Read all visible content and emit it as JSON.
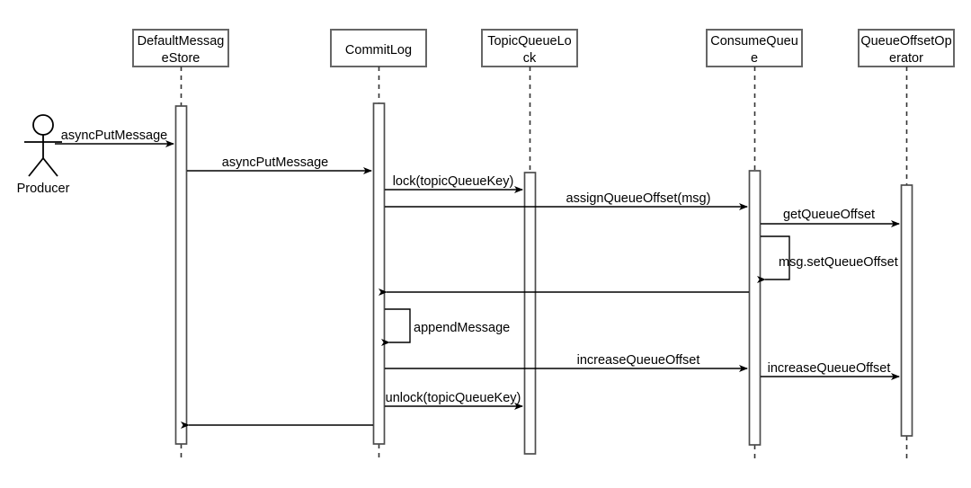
{
  "diagram": {
    "type": "uml-sequence-diagram",
    "background_color": "#ffffff",
    "line_color": "#000000",
    "box_stroke_color": "#666666",
    "activation_stroke_color": "#4d4d4d"
  },
  "actor": {
    "name": "Producer",
    "label": "Producer"
  },
  "participants": [
    {
      "id": "default-message-store",
      "line1": "DefaultMessag",
      "line2": "eStore",
      "full_name": "DefaultMessageStore"
    },
    {
      "id": "commit-log",
      "line1": "CommitLog",
      "line2": "",
      "full_name": "CommitLog"
    },
    {
      "id": "topic-queue-lock",
      "line1": "TopicQueueLo",
      "line2": "ck",
      "full_name": "TopicQueueLock"
    },
    {
      "id": "consume-queue",
      "line1": "ConsumeQueu",
      "line2": "e",
      "full_name": "ConsumeQueue"
    },
    {
      "id": "queue-offset-operator",
      "line1": "QueueOffsetOp",
      "line2": "erator",
      "full_name": "QueueOffsetOperator"
    }
  ],
  "messages": [
    {
      "id": "m1",
      "label": "asyncPutMessage",
      "from": "Producer",
      "to": "DefaultMessageStore",
      "kind": "call"
    },
    {
      "id": "m2",
      "label": "asyncPutMessage",
      "from": "DefaultMessageStore",
      "to": "CommitLog",
      "kind": "call"
    },
    {
      "id": "m3",
      "label": "lock(topicQueueKey)",
      "from": "CommitLog",
      "to": "TopicQueueLock",
      "kind": "call"
    },
    {
      "id": "m4",
      "label": "assignQueueOffset(msg)",
      "from": "CommitLog",
      "to": "ConsumeQueue",
      "kind": "call"
    },
    {
      "id": "m5",
      "label": "getQueueOffset",
      "from": "ConsumeQueue",
      "to": "QueueOffsetOperator",
      "kind": "call"
    },
    {
      "id": "m6",
      "label": "msg.setQueueOffset",
      "from": "ConsumeQueue",
      "to": "ConsumeQueue",
      "kind": "self"
    },
    {
      "id": "m7",
      "label": "",
      "from": "ConsumeQueue",
      "to": "CommitLog",
      "kind": "return"
    },
    {
      "id": "m8",
      "label": "appendMessage",
      "from": "CommitLog",
      "to": "CommitLog",
      "kind": "self"
    },
    {
      "id": "m9",
      "label": "increaseQueueOffset",
      "from": "CommitLog",
      "to": "ConsumeQueue",
      "kind": "call"
    },
    {
      "id": "m10",
      "label": "increaseQueueOffset",
      "from": "ConsumeQueue",
      "to": "QueueOffsetOperator",
      "kind": "call"
    },
    {
      "id": "m11",
      "label": "unlock(topicQueueKey)",
      "from": "CommitLog",
      "to": "TopicQueueLock",
      "kind": "call"
    },
    {
      "id": "m12",
      "label": "",
      "from": "CommitLog",
      "to": "DefaultMessageStore",
      "kind": "return"
    }
  ]
}
